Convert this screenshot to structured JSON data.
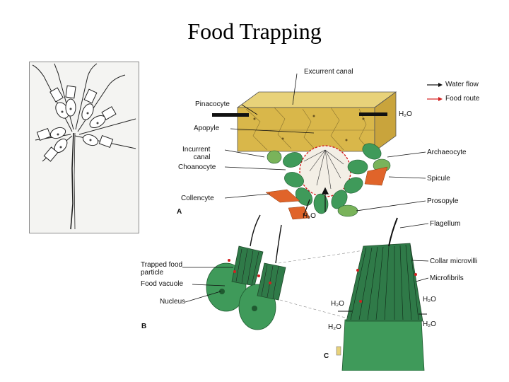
{
  "slide": {
    "title": "Food Trapping"
  },
  "diagram": {
    "labels": {
      "excurrent_canal": "Excurrent canal",
      "pinacocyte": "Pinacocyte",
      "apopyle": "Apopyle",
      "incurrent_canal": "Incurrent\ncanal",
      "choanocyte": "Choanocyte",
      "collencyte": "Collencyte",
      "archaeocyte": "Archaeocyte",
      "spicule": "Spicule",
      "prosopyle": "Prosopyle",
      "flagellum": "Flagellum",
      "trapped_food_particle": "Trapped food\nparticle",
      "food_vacuole": "Food vacuole",
      "nucleus": "Nucleus",
      "collar_microvilli": "Collar microvilli",
      "microfibrils": "Microfibrils",
      "h2o": "H₂O"
    },
    "legend": {
      "water_flow": "Water flow",
      "food_route": "Food route"
    },
    "panel_letters": {
      "a": "A",
      "b": "B",
      "c": "C"
    },
    "colors": {
      "tissue": "#d9b74a",
      "choanocyte": "#3f9a5a",
      "spicule": "#e0642a",
      "food_route": "#d42020",
      "panel_bg": "#f4f4f2"
    }
  }
}
